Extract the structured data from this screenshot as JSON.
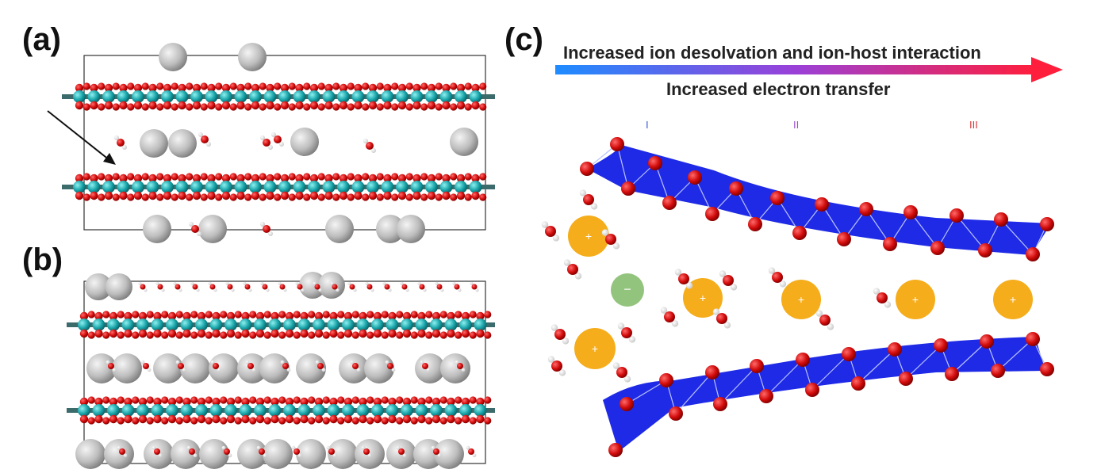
{
  "panels": {
    "a": {
      "label": "(a)"
    },
    "b": {
      "label": "(b)"
    },
    "c": {
      "label": "(c)",
      "arrow_text_top": "Increased ion desolvation and ion-host interaction",
      "arrow_text_bottom": "Increased electron transfer",
      "stages": [
        "I",
        "II",
        "III"
      ],
      "anion_symbol": "−",
      "cation_symbol": "+"
    }
  },
  "colors": {
    "layer_cyan": "#1aa7a7",
    "oxygen_red": "#d10a0a",
    "ion_gray": "#b5b5b5",
    "host_blue": "#1f2ae6",
    "cation_orange": "#f5ad1c",
    "anion_green": "#93c47d",
    "gradient_start": "#1e8cff",
    "gradient_end": "#ff1e3c"
  }
}
